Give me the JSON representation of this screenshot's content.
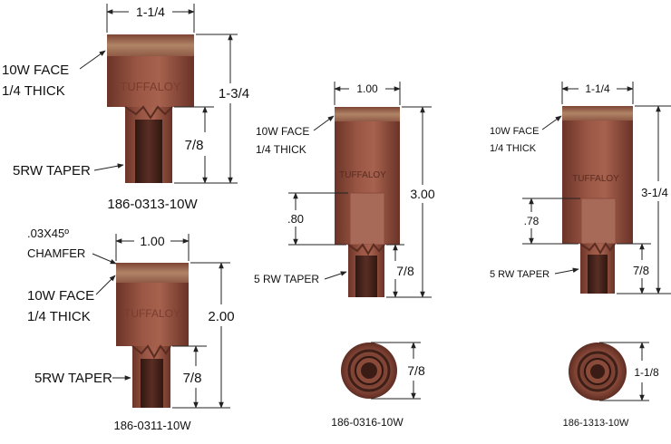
{
  "brand": "TUFFALOY",
  "colors": {
    "copper_dark": "#5e2d23",
    "copper_mid": "#8a4a3a",
    "copper_light": "#a0604c",
    "face_band": "#b08466",
    "bore": "#3e2018"
  },
  "parts": {
    "p0313": {
      "part_number": "186-0313-10W",
      "dim_width": "1-1/4",
      "dim_height": "1-3/4",
      "dim_taper": "7/8",
      "label_face_1": "10W FACE",
      "label_face_2": "1/4 THICK",
      "label_taper": "5RW TAPER"
    },
    "p0311": {
      "part_number": "186-0311-10W",
      "dim_width": "1.00",
      "dim_height": "2.00",
      "dim_taper": "7/8",
      "label_chamfer_1": ".03X45º",
      "label_chamfer_2": "CHAMFER",
      "label_face_1": "10W FACE",
      "label_face_2": "1/4 THICK",
      "label_taper": "5RW TAPER"
    },
    "p0316": {
      "part_number": "186-0316-10W",
      "dim_width": "1.00",
      "dim_height": "3.00",
      "dim_insert": ".80",
      "dim_taper": "7/8",
      "dim_diameter": "7/8",
      "label_face_1": "10W FACE",
      "label_face_2": "1/4 THICK",
      "label_taper": "5 RW TAPER"
    },
    "p1313": {
      "part_number": "186-1313-10W",
      "dim_width": "1-1/4",
      "dim_height": "3-1/4",
      "dim_insert": ".78",
      "dim_taper": "7/8",
      "dim_diameter": "1-1/8",
      "label_face_1": "10W FACE",
      "label_face_2": "1/4 THICK",
      "label_taper": "5 RW TAPER"
    }
  }
}
